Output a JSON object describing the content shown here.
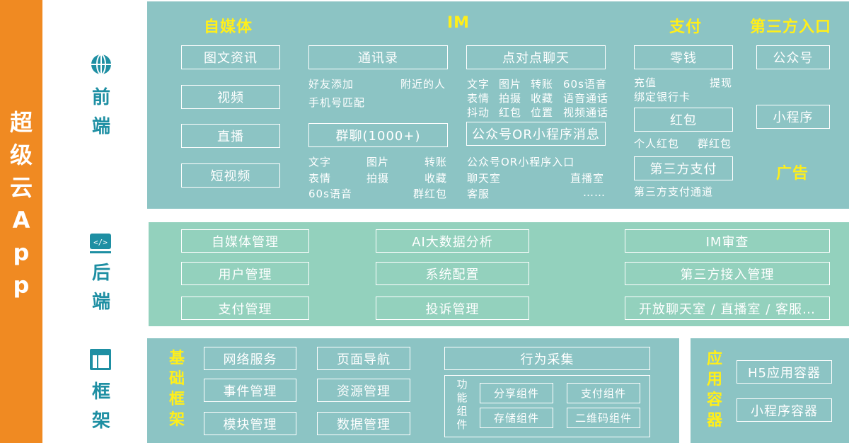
{
  "brand": {
    "title": "超级云App"
  },
  "sidebar": {
    "frontend_label": "前端",
    "backend_label": "后端",
    "framework_label": "框架",
    "frontend_icon": "globe-icon",
    "backend_icon": "code-icon",
    "framework_icon": "layout-icon"
  },
  "colors": {
    "brand_orange": "#f08a22",
    "panel_teal": "#8cc4c4",
    "panel_green": "#93d1bd",
    "heading_yellow": "#ffef1a",
    "side_label_blue": "#1e8fa3"
  },
  "frontend": {
    "media": {
      "heading": "自媒体",
      "items": [
        "图文资讯",
        "视频",
        "直播",
        "短视频"
      ]
    },
    "im": {
      "heading": "IM",
      "contacts": {
        "title": "通讯录",
        "items": [
          "好友添加",
          "附近的人",
          "手机号匹配"
        ]
      },
      "p2p": {
        "title": "点对点聊天",
        "items": [
          "文字",
          "图片",
          "转账",
          "60s语音",
          "表情",
          "拍摄",
          "收藏",
          "语音通话",
          "抖动",
          "红包",
          "位置",
          "视频通话"
        ]
      },
      "group": {
        "title": "群聊(1000+)",
        "items": [
          "文字",
          "图片",
          "转账",
          "表情",
          "拍摄",
          "收藏",
          "60s语音",
          "群红包"
        ]
      },
      "official": {
        "title": "公众号OR小程序消息",
        "items": [
          "公众号OR小程序入口",
          "聊天室",
          "直播室",
          "客服",
          "……"
        ]
      }
    },
    "payment": {
      "heading": "支付",
      "wallet": {
        "title": "零钱",
        "items": [
          "充值",
          "提现",
          "绑定银行卡"
        ]
      },
      "redpacket": {
        "title": "红包",
        "items": [
          "个人红包",
          "群红包"
        ]
      },
      "third": {
        "title": "第三方支付",
        "items": [
          "第三方支付通道"
        ]
      }
    },
    "third_party_entry": {
      "heading": "第三方入口",
      "items": [
        "公众号",
        "小程序"
      ],
      "ads": "广告"
    }
  },
  "backend": {
    "col1": [
      "自媒体管理",
      "用户管理",
      "支付管理"
    ],
    "col2": [
      "AI大数据分析",
      "系统配置",
      "投诉管理"
    ],
    "col3": [
      "IM审查",
      "第三方接入管理",
      "开放聊天室 / 直播室 / 客服…"
    ]
  },
  "framework": {
    "base": {
      "heading": "基础框架",
      "col1": [
        "网络服务",
        "事件管理",
        "模块管理"
      ],
      "col2": [
        "页面导航",
        "资源管理",
        "数据管理"
      ],
      "behavior": "行为采集",
      "function_label": "功能组件",
      "components": [
        "分享组件",
        "支付组件",
        "存储组件",
        "二维码组件"
      ]
    },
    "container": {
      "heading": "应用容器",
      "items": [
        "H5应用容器",
        "小程序容器"
      ]
    }
  }
}
